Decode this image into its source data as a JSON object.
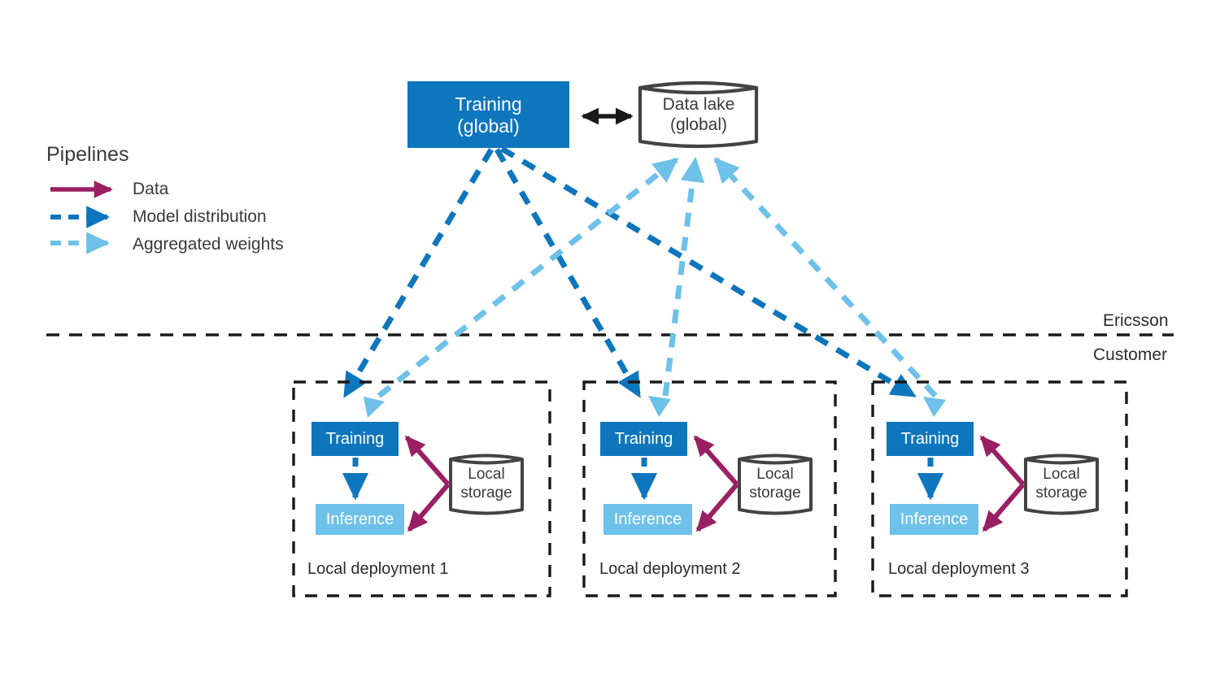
{
  "legend": {
    "title": "Pipelines",
    "items": [
      {
        "label": "Data",
        "style": "solid",
        "color": "#9b1f63",
        "icon": "arrow-right-icon"
      },
      {
        "label": "Model distribution",
        "style": "dashed",
        "color": "#0e76bc",
        "icon": "arrow-right-icon"
      },
      {
        "label": "Aggregated weights",
        "style": "dashed",
        "color": "#6ec1e8",
        "icon": "arrow-right-icon"
      }
    ]
  },
  "zones": {
    "upper": "Ericsson",
    "lower": "Customer"
  },
  "global": {
    "training": {
      "line1": "Training",
      "line2": "(global)",
      "color": "#0e76bc"
    },
    "datalake": {
      "line1": "Data lake",
      "line2": "(global)",
      "icon": "cylinder-database-icon"
    },
    "link_icon": "double-headed-arrow-icon"
  },
  "deployments": [
    {
      "caption": "Local deployment 1",
      "training": "Training",
      "inference": "Inference",
      "storage_line1": "Local",
      "storage_line2": "storage"
    },
    {
      "caption": "Local deployment 2",
      "training": "Training",
      "inference": "Inference",
      "storage_line1": "Local",
      "storage_line2": "storage"
    },
    {
      "caption": "Local deployment 3",
      "training": "Training",
      "inference": "Inference",
      "storage_line1": "Local",
      "storage_line2": "storage"
    }
  ],
  "colors": {
    "dark_blue": "#0e76bc",
    "light_blue": "#6ec1e8",
    "magenta": "#9b1f63",
    "outline_gray": "#434343",
    "black": "#1a1a1a",
    "background": "#ffffff"
  }
}
